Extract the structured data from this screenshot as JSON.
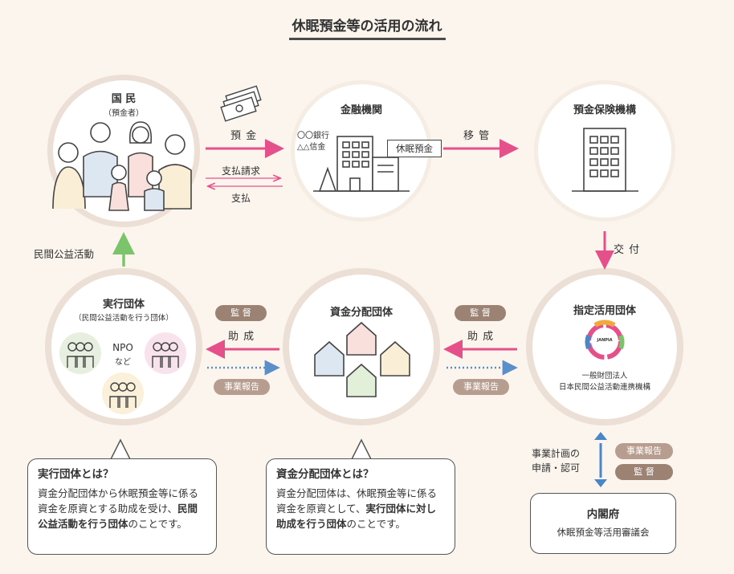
{
  "title": "休眠預金等の活用の流れ",
  "nodes": {
    "kokumin": {
      "title": "国 民",
      "sub": "（預金者）"
    },
    "kinyu": {
      "title": "金融機関",
      "bank1": "〇〇銀行",
      "bank2": "△△信金",
      "tag": "休眠預金"
    },
    "hoken": {
      "title": "預金保険機構"
    },
    "shitei": {
      "title": "指定活用団体",
      "logo_text": "JANPIA",
      "org1": "一般財団法人",
      "org2": "日本民間公益活動連携機構"
    },
    "shikin": {
      "title": "資金分配団体"
    },
    "jikko": {
      "title": "実行団体",
      "sub": "（民間公益活動を行う団体）",
      "npo": "NPO",
      "nado": "など"
    },
    "naikaku": {
      "title": "内閣府",
      "sub": "休眠預金等活用審議会"
    }
  },
  "flows": {
    "yokin": "預 金",
    "shiharai_seikyu": "支払請求",
    "shiharai": "支払",
    "ikan": "移 管",
    "kofu": "交 付",
    "josei1": "助 成",
    "josei2": "助 成",
    "kantoku1": "監 督",
    "kantoku2": "監 督",
    "kantoku3": "監 督",
    "jigyo1": "事業報告",
    "jigyo2": "事業報告",
    "jigyo3": "事業報告",
    "minkan": "民間公益活動",
    "keikaku1": "事業計画の",
    "keikaku2": "申請・認可"
  },
  "explain": {
    "jikko": {
      "heading": "実行団体とは？",
      "t1": "資金分配団体から休眠預金等に係る資金を原資とする助成を受け、",
      "t2": "民間公益活動を行う団体",
      "t3": "のことです。"
    },
    "shikin": {
      "heading": "資金分配団体とは？",
      "t1": "資金分配団体は、休眠預金等に係る資金を原資として、",
      "t2": "実行団体に対し助成を行う団体",
      "t3": "のことです。"
    }
  },
  "colors": {
    "pink": "#e6508a",
    "green": "#7cc46c",
    "blue": "#4a86c8",
    "dotted": "#5b8fc9",
    "pill": "#9c8272",
    "bg": "#fbf5ee",
    "circle_shadow": "#e8ddd3"
  }
}
